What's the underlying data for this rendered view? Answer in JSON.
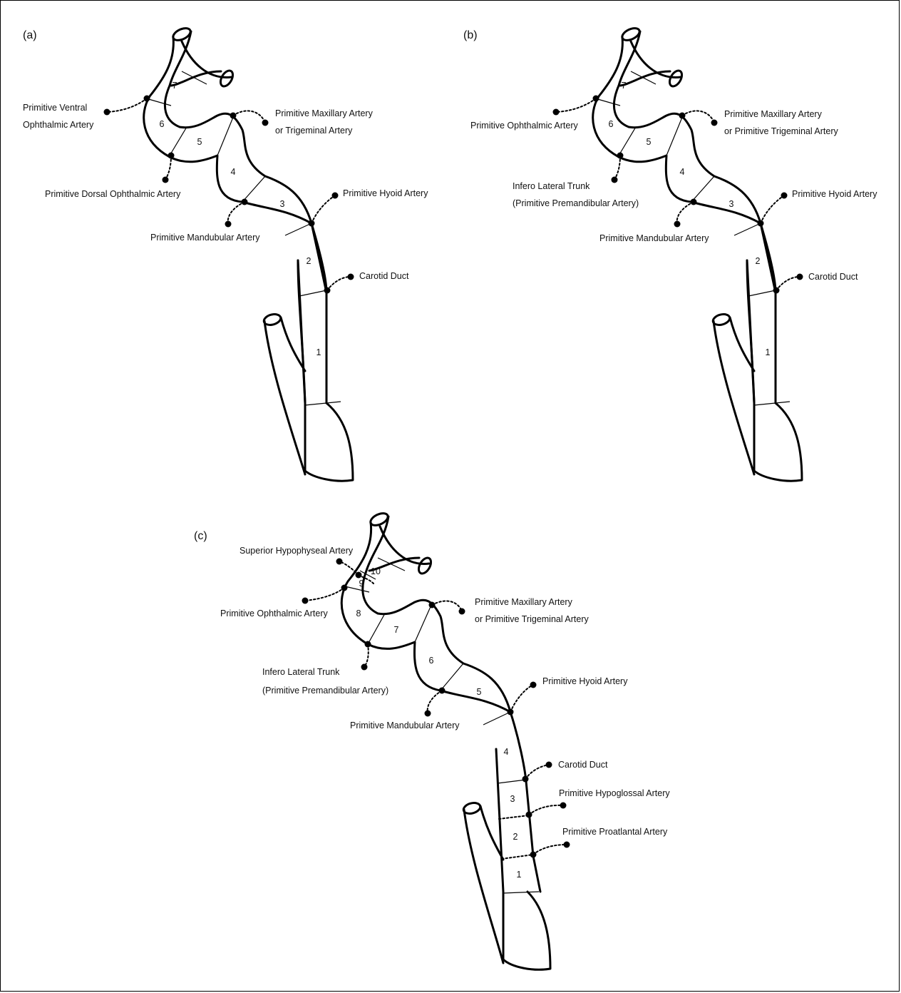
{
  "panels": {
    "a": {
      "tag": "(a)",
      "segments": [
        "1",
        "2",
        "3",
        "4",
        "5",
        "6",
        "7"
      ],
      "labels": {
        "ventral_l1": "Primitive Ventral",
        "ventral_l2": "Ophthalmic Artery",
        "maxillary_l1": "Primitive Maxillary Artery",
        "maxillary_l2": "or Trigeminal Artery",
        "dorsal": "Primitive Dorsal Ophthalmic Artery",
        "hyoid": "Primitive Hyoid Artery",
        "mandibular": "Primitive Mandubular Artery",
        "carotid": "Carotid Duct"
      }
    },
    "b": {
      "tag": "(b)",
      "segments": [
        "1",
        "2",
        "3",
        "4",
        "5",
        "6",
        "7"
      ],
      "labels": {
        "ophthalmic": "Primitive Ophthalmic Artery",
        "maxillary_l1": "Primitive Maxillary Artery",
        "maxillary_l2": "or Primitive Trigeminal Artery",
        "ilt_l1": "Infero Lateral Trunk",
        "ilt_l2": "(Primitive Premandibular Artery)",
        "hyoid": "Primitive Hyoid Artery",
        "mandibular": "Primitive Mandubular Artery",
        "carotid": "Carotid Duct"
      }
    },
    "c": {
      "tag": "(c)",
      "segments": [
        "1",
        "2",
        "3",
        "4",
        "5",
        "6",
        "7",
        "8",
        "9",
        "10"
      ],
      "labels": {
        "hypophyseal": "Superior Hypophyseal Artery",
        "ophthalmic": "Primitive Ophthalmic Artery",
        "maxillary_l1": "Primitive Maxillary Artery",
        "maxillary_l2": "or Primitive Trigeminal Artery",
        "ilt_l1": "Infero Lateral Trunk",
        "ilt_l2": "(Primitive Premandibular Artery)",
        "hyoid": "Primitive Hyoid Artery",
        "mandibular": "Primitive Mandubular Artery",
        "carotid": "Carotid Duct",
        "hypoglossal": "Primitive Hypoglossal Artery",
        "proatlantal": "Primitive Proatlantal Artery"
      }
    }
  }
}
